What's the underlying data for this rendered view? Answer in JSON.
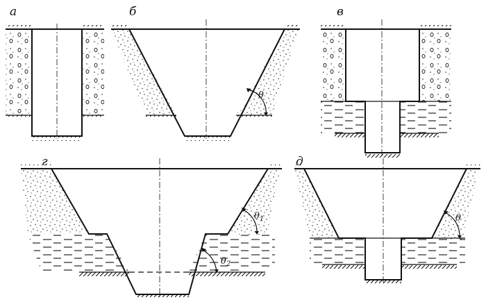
{
  "panels": {
    "a": {
      "label": "а"
    },
    "b": {
      "label": "б",
      "angle": "θ"
    },
    "v": {
      "label": "в"
    },
    "g": {
      "label": "г",
      "angle1": "θ",
      "angle1_sub": "1",
      "angle2": "θ",
      "angle2_sub": "2"
    },
    "d": {
      "label": "д",
      "angle": "θ"
    }
  },
  "colors": {
    "ink": "#111111",
    "background": "#ffffff"
  }
}
